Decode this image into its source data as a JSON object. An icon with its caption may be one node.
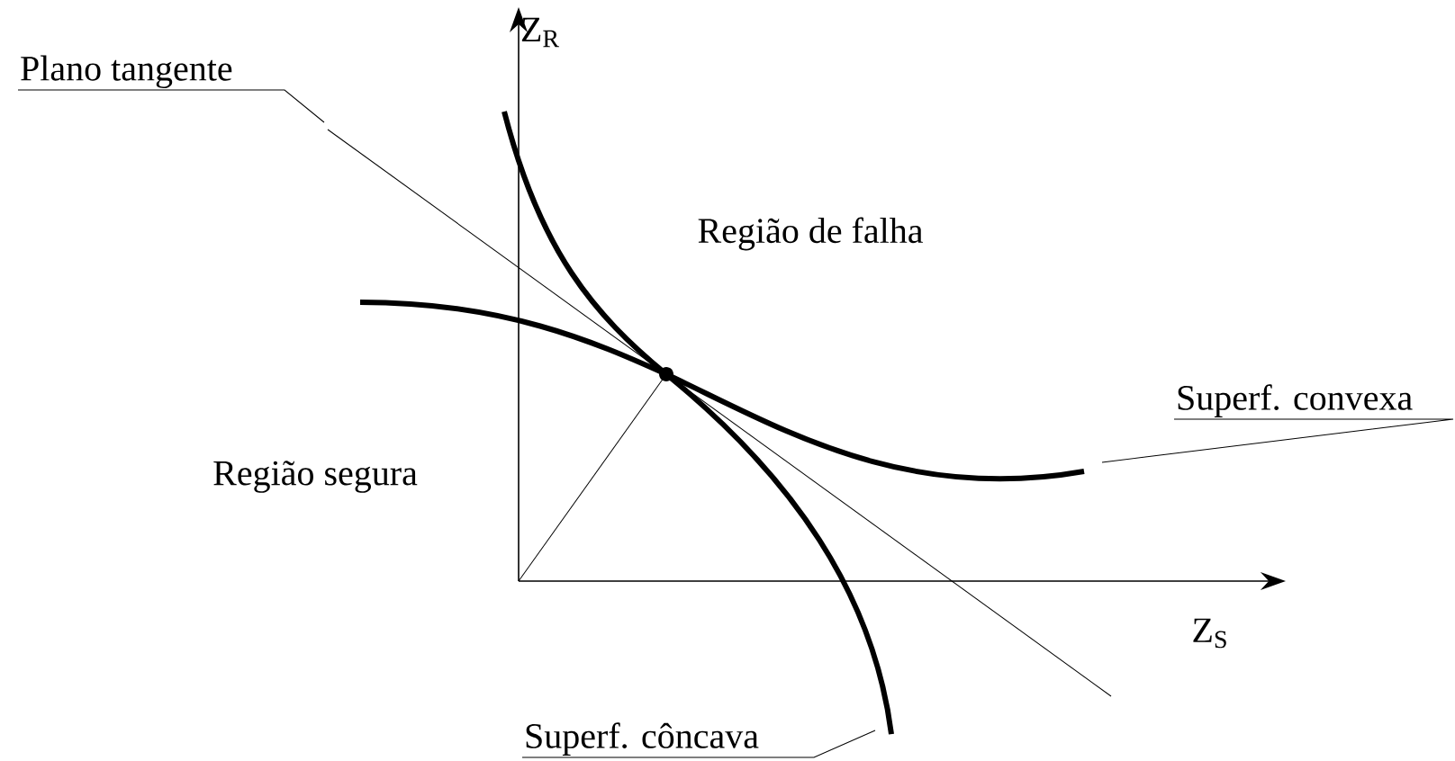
{
  "diagram": {
    "nodes": [
      {
        "text": [
          "Plano tangente"
        ]
      },
      {
        "text": [
          "Superf. convexa"
        ]
      },
      {
        "text": [
          "Superf. côncava"
        ]
      }
    ],
    "edges": [
      {
        "from": 0,
        "to": null,
        "arrow": "none"
      },
      {
        "from": 1,
        "to": null,
        "arrow": "none"
      },
      {
        "from": 2,
        "to": null,
        "arrow": "none"
      }
    ],
    "labels": [
      "Z$_{R}$",
      "Região de falha",
      "Região segura",
      "Z$_{S}$"
    ]
  }
}
